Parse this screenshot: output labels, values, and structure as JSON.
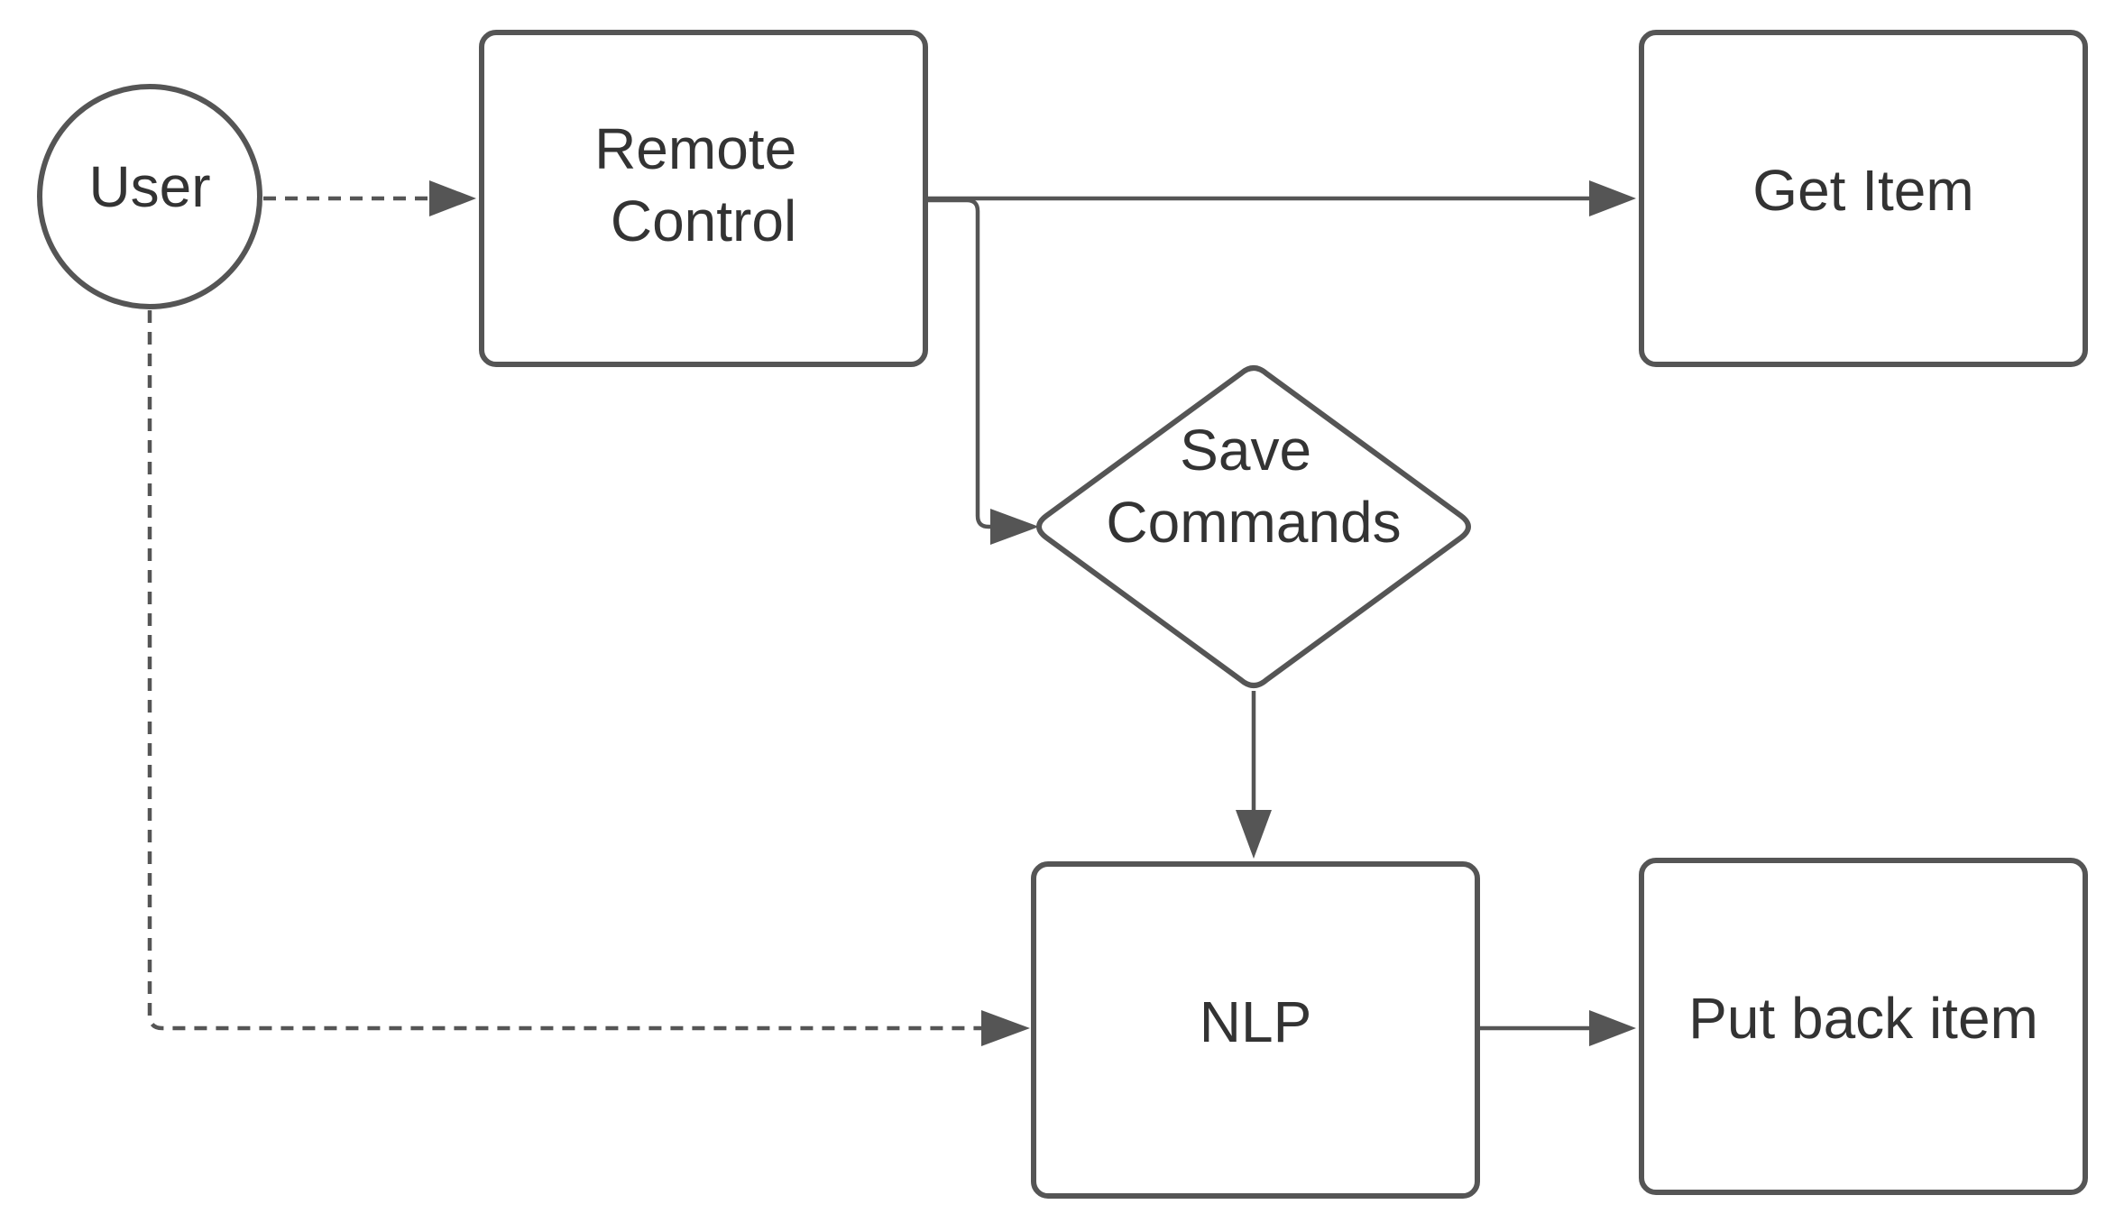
{
  "nodes": {
    "user": {
      "label": "User"
    },
    "remote_control": {
      "lines": [
        "Remote",
        "Control"
      ]
    },
    "get_item": {
      "label": "Get Item"
    },
    "save_commands": {
      "lines": [
        "Save",
        "Commands"
      ]
    },
    "nlp": {
      "label": "NLP"
    },
    "put_back_item": {
      "label": "Put back item"
    }
  },
  "edges": [
    {
      "from": "User",
      "to": "Remote Control",
      "style": "dashed"
    },
    {
      "from": "Remote Control",
      "to": "Get Item",
      "style": "solid"
    },
    {
      "from": "Remote Control",
      "to": "Save Commands",
      "style": "solid"
    },
    {
      "from": "Save Commands",
      "to": "NLP",
      "style": "solid"
    },
    {
      "from": "User",
      "to": "NLP",
      "style": "dashed"
    },
    {
      "from": "NLP",
      "to": "Put back item",
      "style": "solid"
    }
  ],
  "colors": {
    "stroke": "#555555",
    "text": "#333333",
    "background": "#ffffff"
  }
}
